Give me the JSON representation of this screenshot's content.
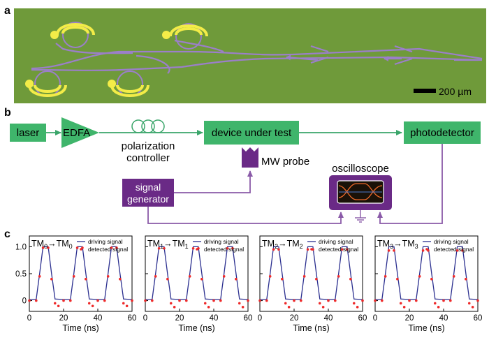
{
  "panel_a": {
    "letter": "a",
    "scale_bar_label": "200 µm",
    "colors": {
      "background": "#6f9a3a",
      "waveguide": "#9b7fc9",
      "electrode": "#f3ec48"
    }
  },
  "panel_b": {
    "letter": "b",
    "laser": "laser",
    "edfa": "EDFA",
    "polarization_controller": [
      "polarization",
      "controller"
    ],
    "device": "device under test",
    "photodetector": "photodetector",
    "mw_probe": "MW probe",
    "signal_generator": [
      "signal",
      "generator"
    ],
    "oscilloscope": "oscilloscope",
    "colors": {
      "green_box": "#3fb56b",
      "purple_box": "#6a2a86",
      "optical_line": "#3aa56a",
      "electrical_line": "#8a5aa8"
    }
  },
  "panel_c": {
    "letter": "c",
    "xlabel": "Time (ns)",
    "legend": {
      "line": "driving signal",
      "points": "detected signal"
    },
    "colors": {
      "driving": "#2b2f8f",
      "detected": "#ee2a2a"
    },
    "panels": [
      {
        "mode_in": "TM",
        "sub_in": "0",
        "mode_out": "TM",
        "sub_out": "0"
      },
      {
        "mode_in": "TM",
        "sub_in": "1",
        "mode_out": "TM",
        "sub_out": "1"
      },
      {
        "mode_in": "TM",
        "sub_in": "2",
        "mode_out": "TM",
        "sub_out": "2"
      },
      {
        "mode_in": "TM",
        "sub_in": "3",
        "mode_out": "TM",
        "sub_out": "3"
      }
    ]
  },
  "chart_data": [
    {
      "type": "line",
      "title": "TM0→TM0",
      "xlabel": "Time (ns)",
      "ylabel": "",
      "xlim": [
        0,
        60
      ],
      "ylim": [
        -0.2,
        1.2
      ],
      "xticks": [
        0,
        20,
        40,
        60
      ],
      "yticks": [
        0,
        0.5,
        1.0
      ],
      "series": [
        {
          "name": "driving signal",
          "x": [
            0,
            4,
            6,
            8,
            11,
            13,
            15,
            20,
            24,
            26,
            28,
            31,
            33,
            35,
            40,
            44,
            46,
            48,
            51,
            53,
            55,
            60
          ],
          "y": [
            0.02,
            0.02,
            0.5,
            1.0,
            1.0,
            0.5,
            0.03,
            0.02,
            0.02,
            0.5,
            1.0,
            1.0,
            0.5,
            0.03,
            0.02,
            0.02,
            0.5,
            1.0,
            1.0,
            0.5,
            0.03,
            0.02
          ]
        },
        {
          "name": "detected signal",
          "x": [
            0,
            4,
            6,
            8,
            11,
            13,
            15,
            17,
            20,
            24,
            26,
            28,
            31,
            33,
            35,
            37,
            40,
            44,
            46,
            48,
            51,
            53,
            55,
            57,
            60
          ],
          "y": [
            0.0,
            0.0,
            0.45,
            0.98,
            0.98,
            0.4,
            -0.05,
            -0.1,
            0.0,
            0.0,
            0.45,
            0.98,
            0.98,
            0.4,
            -0.05,
            -0.1,
            0.0,
            0.0,
            0.45,
            0.98,
            0.98,
            0.4,
            -0.05,
            -0.1,
            0.0
          ]
        }
      ]
    },
    {
      "type": "line",
      "title": "TM1→TM1",
      "xlabel": "Time (ns)",
      "ylabel": "",
      "xlim": [
        0,
        60
      ],
      "ylim": [
        -0.2,
        1.2
      ],
      "xticks": [
        0,
        20,
        40,
        60
      ],
      "series": [
        {
          "name": "driving signal",
          "x": [
            0,
            4,
            6,
            8,
            11,
            13,
            15,
            20,
            24,
            26,
            28,
            31,
            33,
            35,
            40,
            44,
            46,
            48,
            51,
            53,
            55,
            60
          ],
          "y": [
            0.02,
            0.02,
            0.5,
            1.0,
            1.0,
            0.5,
            0.03,
            0.02,
            0.02,
            0.5,
            1.0,
            1.0,
            0.5,
            0.03,
            0.02,
            0.02,
            0.5,
            1.0,
            1.0,
            0.5,
            0.03,
            0.02
          ]
        },
        {
          "name": "detected signal",
          "x": [
            0,
            4,
            6,
            8,
            11,
            13,
            15,
            17,
            20,
            24,
            26,
            28,
            31,
            33,
            35,
            37,
            40,
            44,
            46,
            48,
            51,
            53,
            55,
            57,
            60
          ],
          "y": [
            0.0,
            0.0,
            0.45,
            0.97,
            0.97,
            0.4,
            -0.05,
            -0.12,
            0.0,
            0.0,
            0.45,
            0.97,
            0.97,
            0.4,
            -0.05,
            -0.12,
            0.0,
            0.0,
            0.45,
            0.97,
            0.97,
            0.4,
            -0.05,
            -0.12,
            0.0
          ]
        }
      ]
    },
    {
      "type": "line",
      "title": "TM2→TM2",
      "xlabel": "Time (ns)",
      "ylabel": "",
      "xlim": [
        0,
        60
      ],
      "ylim": [
        -0.2,
        1.2
      ],
      "xticks": [
        0,
        20,
        40,
        60
      ],
      "series": [
        {
          "name": "driving signal",
          "x": [
            0,
            4,
            6,
            8,
            11,
            13,
            15,
            20,
            24,
            26,
            28,
            31,
            33,
            35,
            40,
            44,
            46,
            48,
            51,
            53,
            55,
            60
          ],
          "y": [
            0.02,
            0.02,
            0.5,
            1.0,
            1.0,
            0.5,
            0.03,
            0.02,
            0.02,
            0.5,
            1.0,
            1.0,
            0.5,
            0.03,
            0.02,
            0.02,
            0.5,
            1.0,
            1.0,
            0.5,
            0.03,
            0.02
          ]
        },
        {
          "name": "detected signal",
          "x": [
            0,
            4,
            6,
            8,
            11,
            13,
            15,
            17,
            20,
            24,
            26,
            28,
            31,
            33,
            35,
            37,
            40,
            44,
            46,
            48,
            51,
            53,
            55,
            57,
            60
          ],
          "y": [
            0.0,
            0.0,
            0.45,
            0.95,
            0.95,
            0.4,
            -0.05,
            -0.12,
            0.0,
            0.0,
            0.45,
            0.95,
            0.95,
            0.4,
            -0.05,
            -0.12,
            0.0,
            0.0,
            0.45,
            0.95,
            0.95,
            0.4,
            -0.05,
            -0.12,
            0.0
          ]
        }
      ]
    },
    {
      "type": "line",
      "title": "TM3→TM3",
      "xlabel": "Time (ns)",
      "ylabel": "",
      "xlim": [
        0,
        60
      ],
      "ylim": [
        -0.2,
        1.2
      ],
      "xticks": [
        0,
        20,
        40,
        60
      ],
      "series": [
        {
          "name": "driving signal",
          "x": [
            0,
            4,
            6,
            8,
            11,
            13,
            15,
            20,
            24,
            26,
            28,
            31,
            33,
            35,
            40,
            44,
            46,
            48,
            51,
            53,
            55,
            60
          ],
          "y": [
            0.02,
            0.02,
            0.5,
            1.0,
            1.0,
            0.5,
            0.03,
            0.02,
            0.02,
            0.5,
            1.0,
            1.0,
            0.5,
            0.03,
            0.02,
            0.02,
            0.5,
            1.0,
            1.0,
            0.5,
            0.03,
            0.02
          ]
        },
        {
          "name": "detected signal",
          "x": [
            0,
            4,
            6,
            8,
            11,
            13,
            15,
            17,
            20,
            24,
            26,
            28,
            31,
            33,
            35,
            37,
            40,
            44,
            46,
            48,
            51,
            53,
            55,
            57,
            60
          ],
          "y": [
            0.0,
            0.0,
            0.45,
            0.93,
            0.93,
            0.4,
            -0.05,
            -0.12,
            0.0,
            0.0,
            0.45,
            0.93,
            0.93,
            0.4,
            -0.05,
            -0.12,
            0.0,
            0.0,
            0.45,
            0.93,
            0.93,
            0.4,
            -0.05,
            -0.12,
            0.0
          ]
        }
      ]
    }
  ]
}
